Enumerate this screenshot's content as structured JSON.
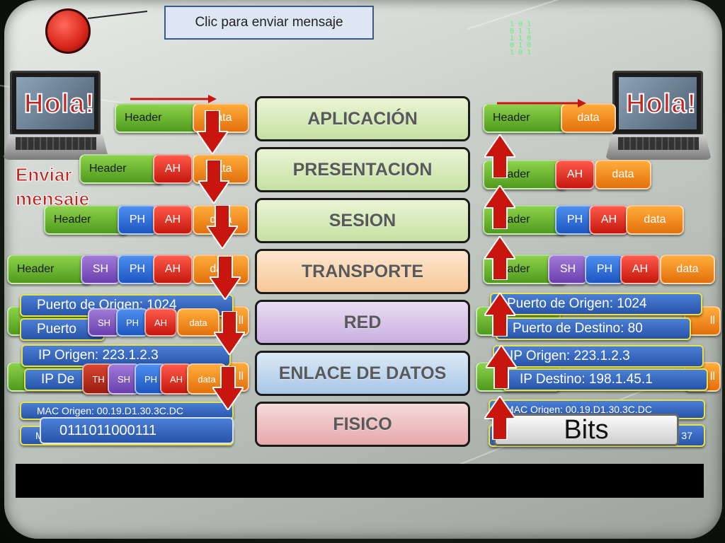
{
  "top": {
    "send_label": "Clic para enviar mensaje"
  },
  "laptops": {
    "left_text": "Hola!",
    "right_text": "Hola!",
    "send_caption_line1": "Enviar",
    "send_caption_line2": "mensaje"
  },
  "layers": [
    {
      "label": "APLICACIÓN"
    },
    {
      "label": "PRESENTACION"
    },
    {
      "label": "SESION"
    },
    {
      "label": "TRANSPORTE"
    },
    {
      "label": "RED"
    },
    {
      "label": "ENLACE DE DATOS"
    },
    {
      "label": "FISICO"
    }
  ],
  "pdu": {
    "header": "Header",
    "data": "data",
    "ah": "AH",
    "ph": "PH",
    "sh": "SH",
    "th": "TH"
  },
  "transport": {
    "origin_port": "Puerto de Origen:  1024",
    "dest_port": "Puerto de Destino:  80",
    "origin_port_cut": "Puerto de Origen:  1024",
    "dest_port_cut": "Puerto"
  },
  "network": {
    "ip_origin": "IP Origen:  223.1.2.3",
    "ip_dest": "IP Destino:  198.1.45.1",
    "ip_dest_cut": "IP De"
  },
  "datalink": {
    "mac_origin_left": "MAC Origen:  00.19.D1.30.3C.DC",
    "mac_origin_right": "MAC Origen:  00.19.D1.30.3C.DC",
    "mac_dest_right_suffix": "37",
    "mac_dest_left_prefix": "M"
  },
  "physical": {
    "binary": "0111011000111",
    "bits": "Bits"
  },
  "trailer_fragment": "ll",
  "colors": {
    "arrow": "#c8160f",
    "header_green": "#6cb830",
    "data_orange": "#f08a1d",
    "ah_red": "#e0301f",
    "ph_blue": "#2f6fd8",
    "sh_purple": "#7f52c0"
  }
}
